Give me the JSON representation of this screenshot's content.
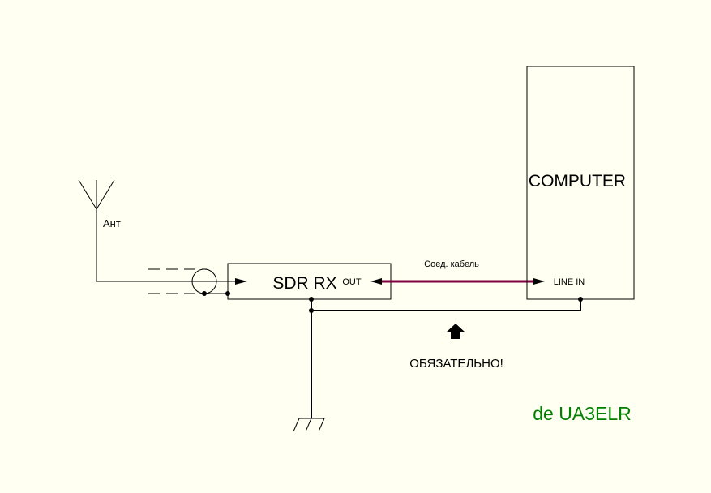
{
  "labels": {
    "antenna": "Ант",
    "sdr": "SDR RX",
    "out": "OUT",
    "cable": "Соед. кабель",
    "computer": "COMPUTER",
    "line_in": "LINE IN",
    "mandatory": "ОБЯЗАТЕЛЬНО!",
    "signature": "de UA3ELR"
  },
  "colors": {
    "background": "#fffff2",
    "cable": "#800040",
    "signature": "#008000"
  }
}
